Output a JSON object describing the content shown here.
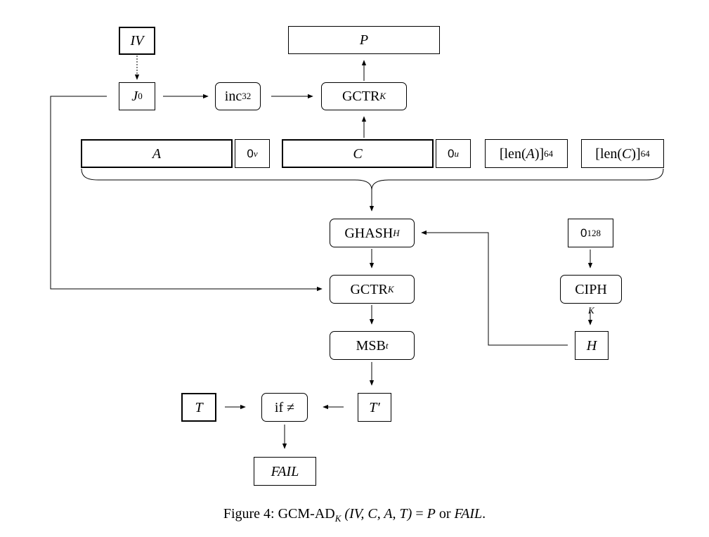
{
  "figure": {
    "caption": {
      "prefix": "Figure 4:  GCM-AD",
      "subscript": "K",
      "args": "(IV, C, A, T)",
      "equals": " = ",
      "result_p": "P",
      "or": " or ",
      "result_fail": "FAIL",
      "period": "."
    }
  },
  "nodes": {
    "iv": "IV",
    "j0": {
      "base": "J",
      "sub": "0"
    },
    "inc32": {
      "base": "inc",
      "sub": "32"
    },
    "p": "P",
    "gctr_top": {
      "base": "GCTR",
      "sub": "K"
    },
    "a": "A",
    "pad_v": {
      "base": "0",
      "sup": "v"
    },
    "c": "C",
    "pad_u": {
      "base": "0",
      "sup": "u"
    },
    "len_a": {
      "open": "[len(",
      "var": "A",
      "close": ")]",
      "sub": "64"
    },
    "len_c": {
      "open": "[len(",
      "var": "C",
      "close": ")]",
      "sub": "64"
    },
    "ghash": {
      "base": "GHASH",
      "sub": "H"
    },
    "zero128": {
      "base": "0",
      "sup": "128"
    },
    "gctr_mid": {
      "base": "GCTR",
      "sub": "K"
    },
    "ciph": "CIPH",
    "ciph_key": "K",
    "msb": {
      "base": "MSB",
      "sub": "t"
    },
    "h": "H",
    "t": "T",
    "if_neq": "if ≠",
    "t_prime": "T′",
    "fail": "FAIL"
  }
}
